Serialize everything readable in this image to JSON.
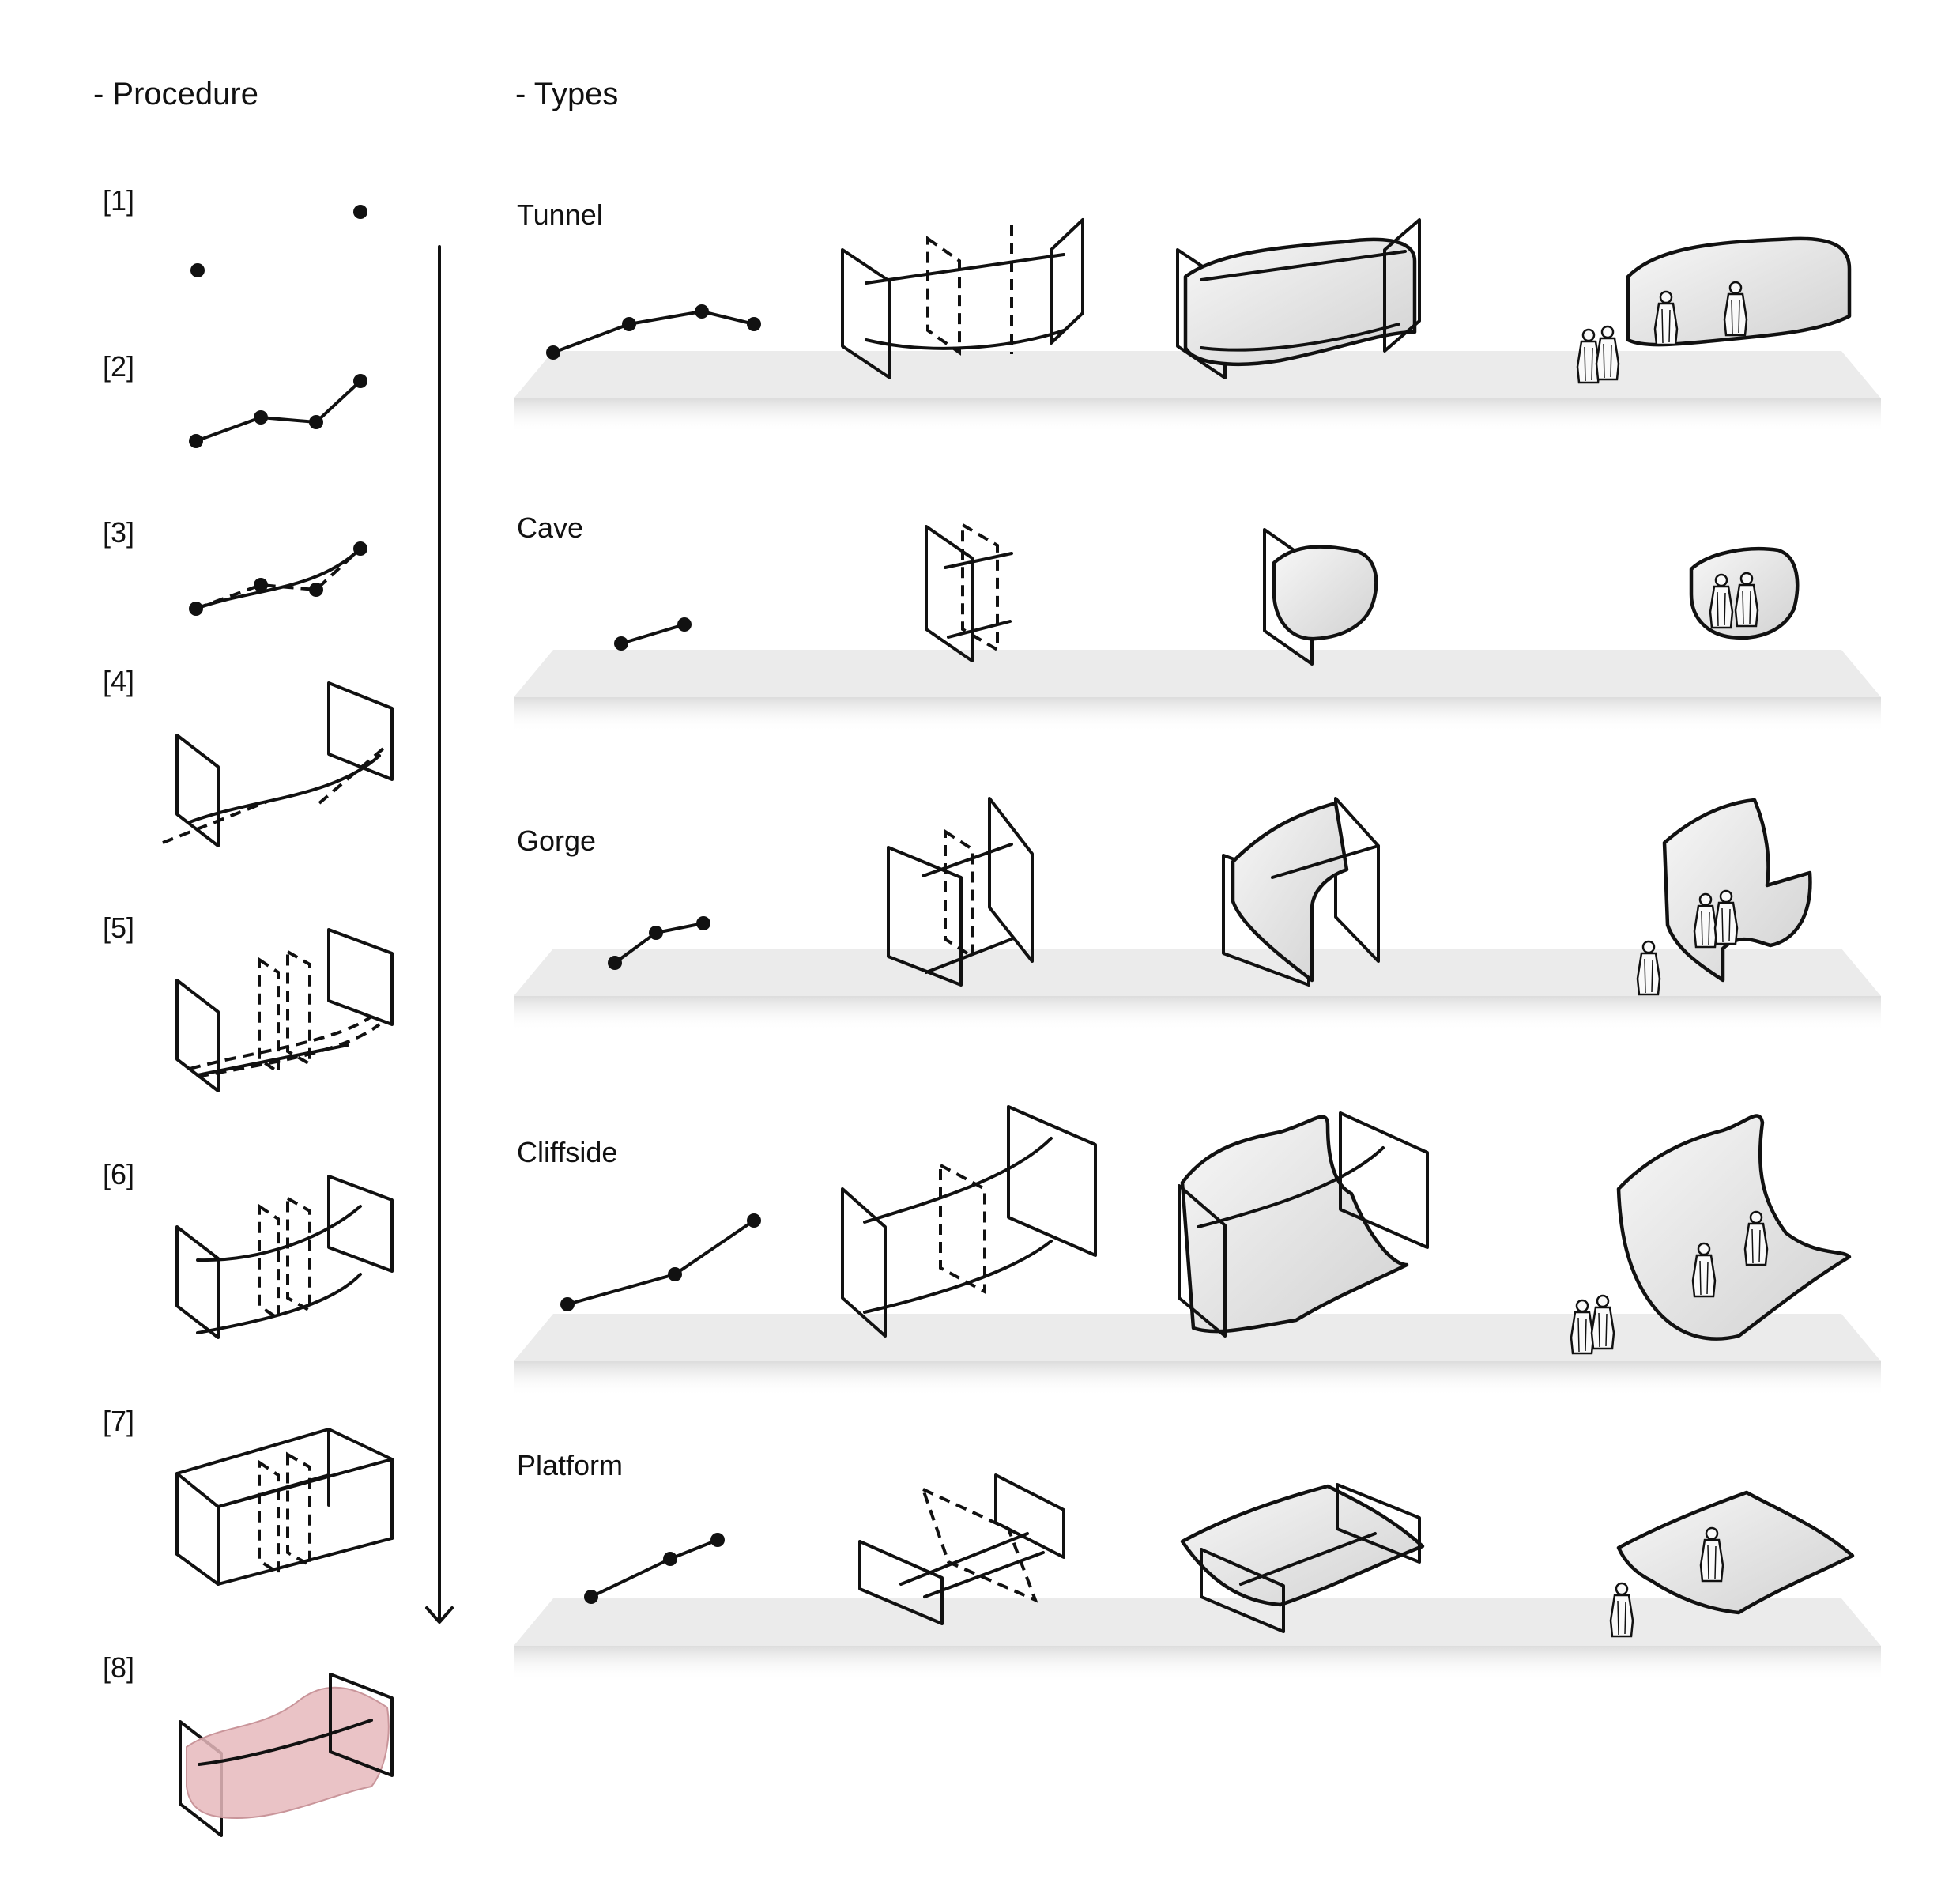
{
  "procedure": {
    "heading": "- Procedure",
    "steps": [
      "[1]",
      "[2]",
      "[3]",
      "[4]",
      "[5]",
      "[6]",
      "[7]",
      "[8]"
    ]
  },
  "types": {
    "heading": "- Types",
    "rows": [
      {
        "label": "Tunnel"
      },
      {
        "label": "Cave"
      },
      {
        "label": "Gorge"
      },
      {
        "label": "Cliffside"
      },
      {
        "label": "Platform"
      }
    ]
  },
  "colors": {
    "ink": "#111111",
    "ground_band": "#ebebeb",
    "surface": "#e9e9e9",
    "final_form": "#e6b8bc"
  },
  "icons": [
    "figure-icon"
  ]
}
